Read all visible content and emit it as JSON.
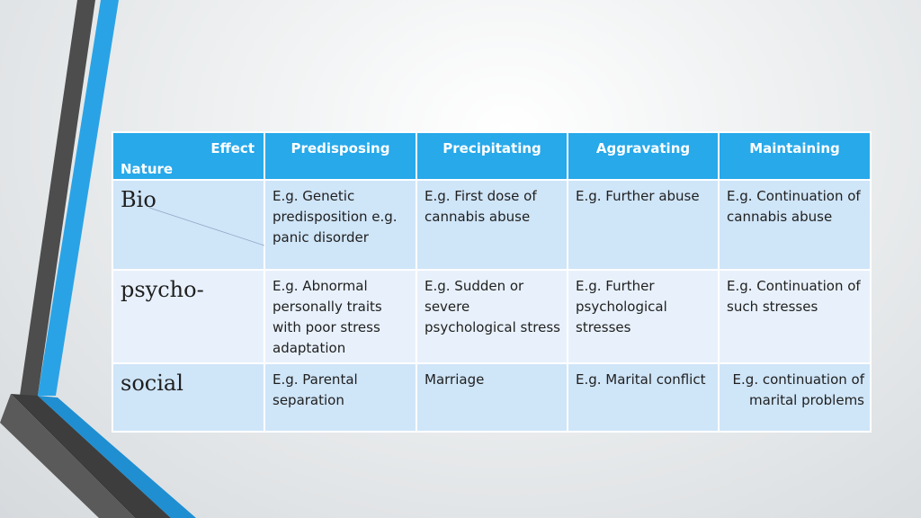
{
  "colors": {
    "header_bg": "#27a9ea",
    "row_dark": "#cfe5f8",
    "row_light": "#e8f1fb",
    "accent_blue": "#2aa3e6",
    "accent_dark": "#4a4a4a"
  },
  "table": {
    "corner": {
      "effect": "Effect",
      "nature": "Nature"
    },
    "columns": [
      "Predisposing",
      "Precipitating",
      "Aggravating",
      "Maintaining"
    ],
    "rows": [
      {
        "label": "Bio",
        "cells": [
          "E.g. Genetic predisposition e.g. panic disorder",
          "E.g. First dose of cannabis abuse",
          "E.g. Further abuse",
          "E.g. Continuation of cannabis abuse"
        ]
      },
      {
        "label": "psycho-",
        "cells": [
          "E.g. Abnormal personally traits with poor stress adaptation",
          "E.g. Sudden or severe psychological stress",
          "E.g. Further psychological stresses",
          "E.g. Continuation of such stresses"
        ]
      },
      {
        "label": "social",
        "cells": [
          "E.g. Parental separation",
          "Marriage",
          "E.g. Marital conflict",
          "E.g. continuation of marital problems"
        ]
      }
    ]
  }
}
